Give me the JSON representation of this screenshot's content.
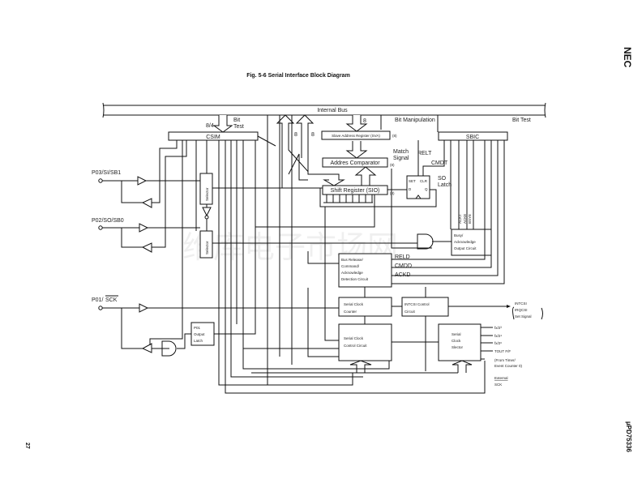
{
  "page": {
    "brand": "NEC",
    "part_number": "µPD75336",
    "page_number": "27",
    "watermark": "维库电子市场网"
  },
  "figure": {
    "title": "Fig. 5-6  Serial Interface Block Diagram",
    "bus": {
      "label": "Internal Bus",
      "bit_manipulation": "Bit Manipulation",
      "bit_test_right": "Bit Test",
      "bit_test_left_1": "Bit",
      "bit_test_left_2": "Test",
      "width_8_4": "8/4",
      "width_8a": "8",
      "width_8b": "8",
      "width_8c": "8"
    },
    "blocks": {
      "csim": "CSIM",
      "sbic": "SBIC",
      "sva": "Slave Address Register (SVA)",
      "sva_width": "(8)",
      "comparator": "Addres Comparator",
      "comparator_width": "(8)",
      "match_1": "Match",
      "match_2": "Signal",
      "sio": "Shift Register (SIO)",
      "sio_width": "(8)",
      "latch_set": "SET",
      "latch_clr": "CLR",
      "latch_d": "D",
      "latch_q": "Q",
      "so_latch_1": "SO",
      "so_latch_2": "Latch",
      "relt": "RELT",
      "cmdt": "CMDT",
      "ackt": "ACKT",
      "acke": "ACKE",
      "bsye": "BSYE",
      "busy_1": "Busy/",
      "busy_2": "Acknowledge",
      "busy_3": "Output Circuit",
      "selector_1": "Selector",
      "selector_2": "Selector",
      "busrel_1": "Bus Release/",
      "busrel_2": "Command/",
      "busrel_3": "Acknowledge",
      "busrel_4": "Detection Circuit",
      "reld": "RELD",
      "cmdd": "CMDD",
      "ackd": "ACKD",
      "scc_1": "Serial Clock",
      "scc_2": "Counter",
      "intcsi_1": "INTCSI Control",
      "intcsi_2": "Circuit",
      "sctl_1": "Serial Clock",
      "sctl_2": "Control Circuit",
      "ssel_1": "Serial",
      "ssel_2": "Clock",
      "ssel_3": "Slector",
      "p01_1": "P01",
      "p01_2": "Output",
      "p01_3": "Latch"
    },
    "pins": {
      "p03": "P03/SI/SB1",
      "p02": "P02/SO/SB0",
      "p01": "P01/",
      "p01_sck": "SCK"
    },
    "outputs": {
      "intcsi": "INTCSI",
      "irqcsi": "IRQCSI",
      "set_signal": "Set Signal",
      "fx3": "fx/2³",
      "fx4": "fx/2⁴",
      "fx6": "fx/2⁶",
      "tout": "TOUT F/F",
      "from_timer_1": "(From Timer/",
      "from_timer_2": "Event Counter 0)",
      "external": "External",
      "sck": "SCK"
    }
  }
}
